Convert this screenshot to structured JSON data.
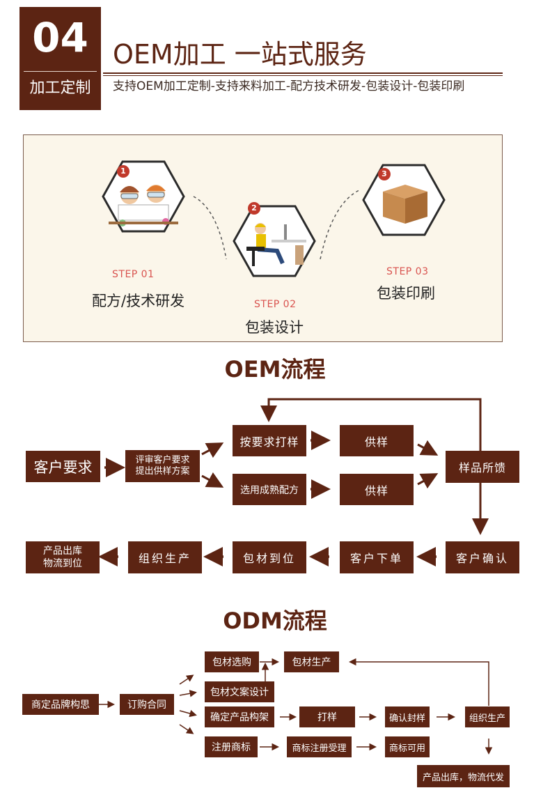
{
  "header": {
    "number": "04",
    "label": "加工定制",
    "title": "OEM加工 一站式服务",
    "subtitle": "支持OEM加工定制-支持来料加工-配方技术研发-包装设计-包装印刷"
  },
  "steps": [
    {
      "badge": "1",
      "code": "STEP 01",
      "name": "配方/技术研发",
      "icon": "scientists-icon"
    },
    {
      "badge": "2",
      "code": "STEP 02",
      "name": "包装设计",
      "icon": "designer-desk-icon"
    },
    {
      "badge": "3",
      "code": "STEP 03",
      "name": "包装印刷",
      "icon": "box-icon"
    }
  ],
  "oem": {
    "title": "OEM流程",
    "customer_req": "客户要求",
    "review_line1": "评审客户要求",
    "review_line2": "提出供样方案",
    "sample_by_req": "按要求打样",
    "mature_formula": "选用成熟配方",
    "supply1": "供样",
    "supply2": "供样",
    "feedback": "样品所馈",
    "confirm": "客户确认",
    "order": "客户下单",
    "packaging_ready": "包材到位",
    "production": "组织生产",
    "outbound_line1": "产品出库",
    "outbound_line2": "物流到位"
  },
  "odm": {
    "title": "ODM流程",
    "brand_concept": "商定品牌构思",
    "contract": "订购合同",
    "material_select": "包材选购",
    "material_produce": "包材生产",
    "copy_design": "包材文案设计",
    "product_arch": "确定产品构架",
    "sample": "打样",
    "confirm_seal": "确认封样",
    "organize_prod": "组织生产",
    "trademark": "注册商标",
    "trademark_accept": "商标注册受理",
    "trademark_ok": "商标可用",
    "ship": "产品出库，物流代发"
  },
  "colors": {
    "brand": "#5c2413",
    "accent": "#c0392b",
    "panel_bg": "#fbf6ea"
  }
}
